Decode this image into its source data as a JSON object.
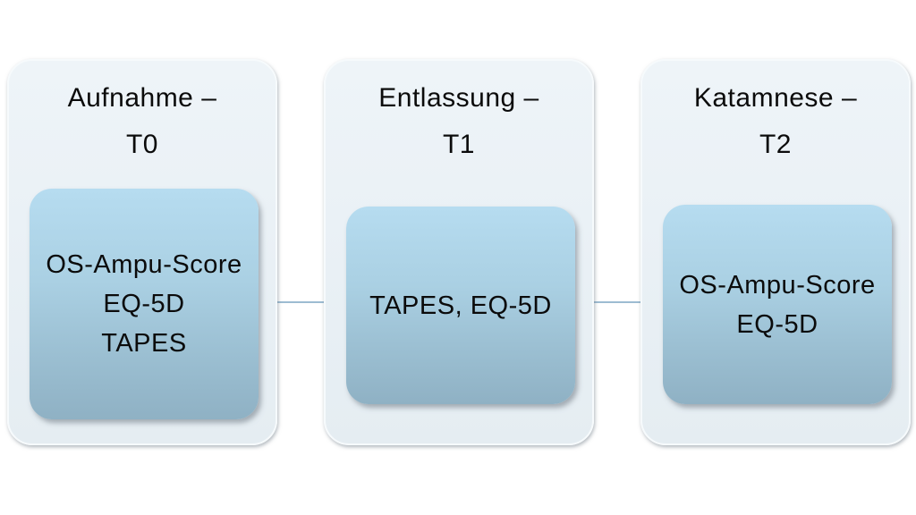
{
  "diagram": {
    "type": "timeline-flow",
    "background_color": "#ffffff",
    "colors": {
      "panel_fill": "#e9f0f5",
      "box_gradient_top": "#b6dcf0",
      "box_gradient_bottom": "#8fb1c4",
      "connector_line": "#9dbcd2",
      "text": "#0b0b0b"
    },
    "stages": [
      {
        "id": "t0",
        "title_line1": "Aufnahme –",
        "title_line2": "T0",
        "measures": [
          "OS-Ampu-Score",
          "EQ-5D",
          "TAPES"
        ]
      },
      {
        "id": "t1",
        "title_line1": "Entlassung –",
        "title_line2": "T1",
        "measures": [
          "TAPES, EQ-5D"
        ]
      },
      {
        "id": "t2",
        "title_line1": "Katamnese –",
        "title_line2": "T2",
        "measures": [
          "OS-Ampu-Score",
          "EQ-5D"
        ]
      }
    ]
  }
}
